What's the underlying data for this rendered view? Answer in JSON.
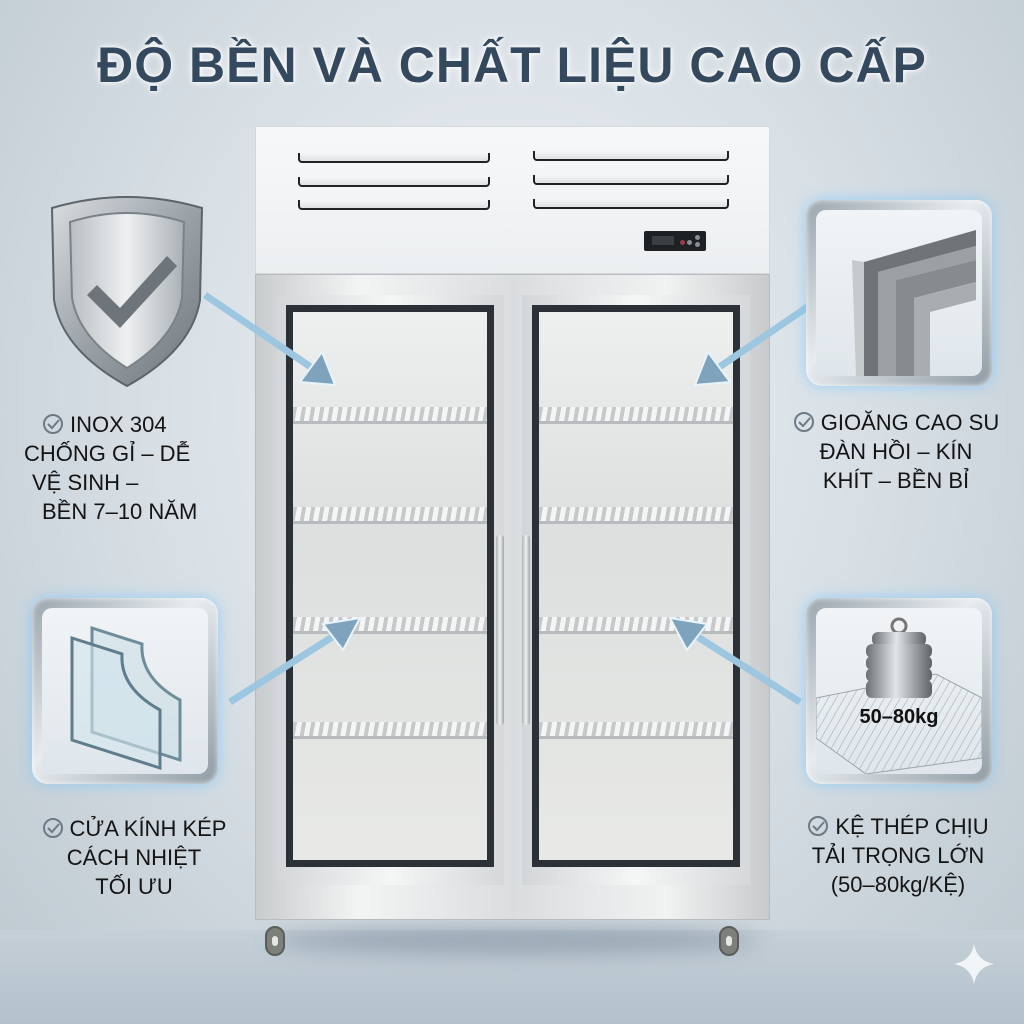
{
  "title": "ĐỘ BỀN VÀ CHẤT LIỆU CAO CẤP",
  "product": {
    "name": "two-door glass display fridge",
    "colors": {
      "title": "#34495e",
      "glass_frame": "#2c3137",
      "arrow": "#7fa3bd",
      "glow": "#78c8ff"
    }
  },
  "features": [
    {
      "id": "inox",
      "icon": "metal-shield-check-icon",
      "lines": [
        "INOX 304",
        "CHỐNG GỈ – DỄ",
        "VỆ SINH –",
        "BỀN 7–10 NĂM"
      ]
    },
    {
      "id": "gasket",
      "icon": "rubber-gasket-icon",
      "lines": [
        "GIOĂNG CAO SU",
        "ĐÀN HỒI – KÍN",
        "KHÍT – BỀN BỈ"
      ]
    },
    {
      "id": "glass",
      "icon": "double-glass-icon",
      "lines": [
        "CỬA KÍNH KÉP",
        "CÁCH NHIỆT",
        "TỐI ƯU"
      ]
    },
    {
      "id": "shelf",
      "icon": "steel-shelf-weight-icon",
      "badge": "50–80kg",
      "lines": [
        "KỆ THÉP CHỊU",
        "TẢI TRỌNG LỚN",
        "(50–80kg/KỆ)"
      ]
    }
  ]
}
